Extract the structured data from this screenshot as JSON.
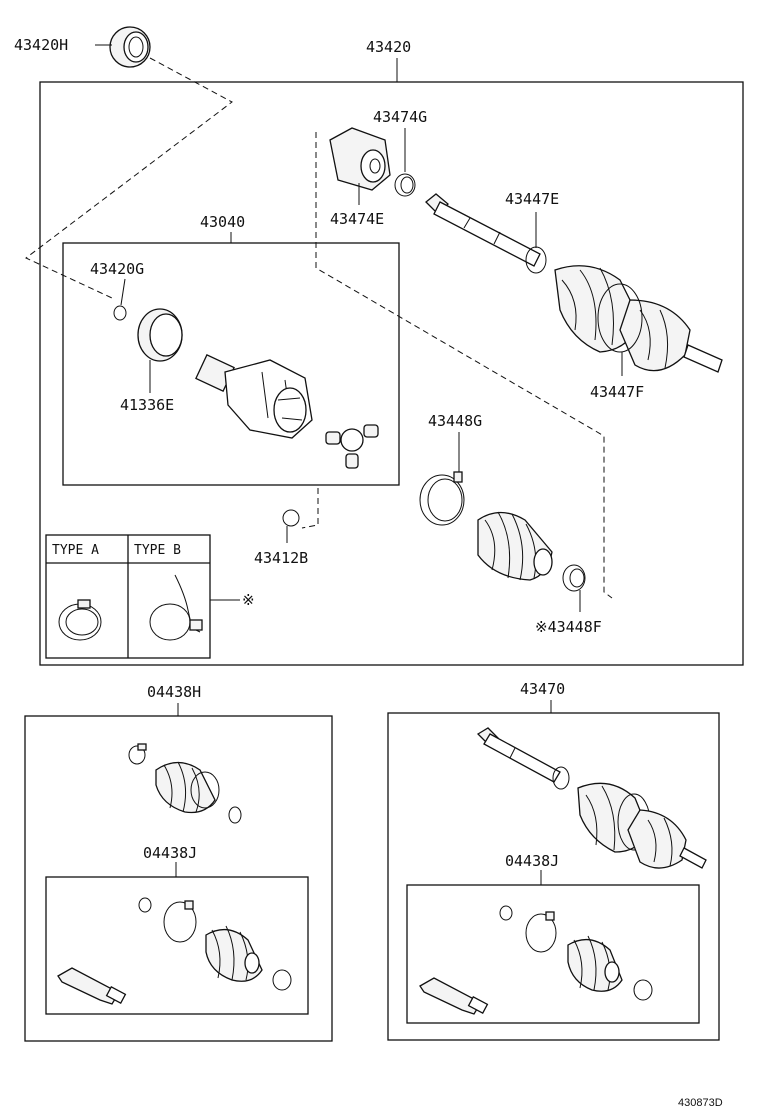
{
  "labels": {
    "p43420H": "43420H",
    "p43420": "43420",
    "p43474G": "43474G",
    "p43474E": "43474E",
    "p43447E": "43447E",
    "p43040": "43040",
    "p43420G": "43420G",
    "p41336E": "41336E",
    "p43447F": "43447F",
    "p43448G": "43448G",
    "p43412B": "43412B",
    "p43448F": "※43448F",
    "typeA": "TYPE A",
    "typeB": "TYPE B",
    "asterisk": "※",
    "p04438H": "04438H",
    "p04438J_left": "04438J",
    "p43470": "43470",
    "p04438J_right": "04438J",
    "drawing_ref": "430873D"
  }
}
